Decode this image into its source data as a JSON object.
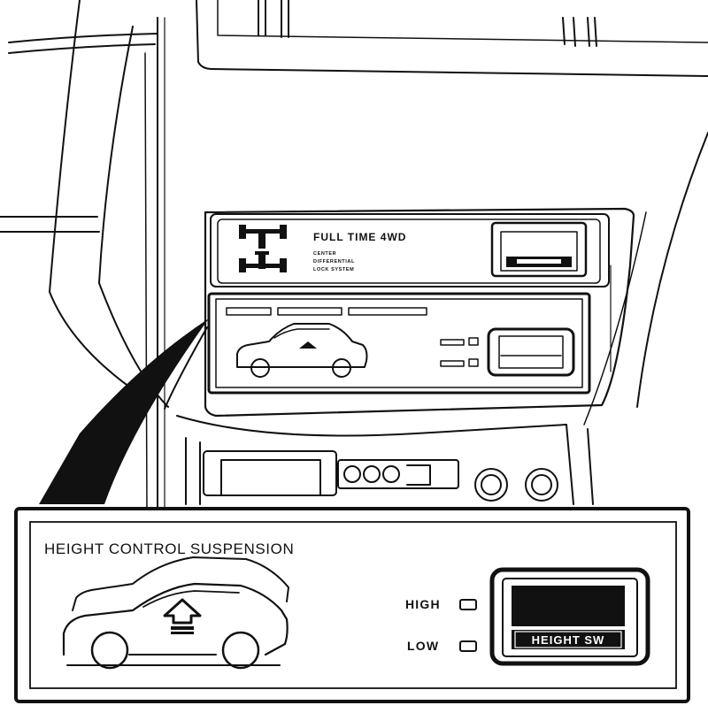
{
  "top_panel": {
    "mode_label": "FULL TIME 4WD",
    "lock_label_1": "CENTER",
    "lock_label_2": "DIFFERENTIAL",
    "lock_label_3": "LOCK SYSTEM"
  },
  "detail_panel": {
    "title": "HEIGHT CONTROL SUSPENSION",
    "high_label": "HIGH",
    "low_label": "LOW",
    "switch_label": "HEIGHT SW"
  },
  "icons": [
    "4wd-axle-icon",
    "center-lock-axle-icon",
    "car-height-icon",
    "up-arrow-icon",
    "height-switch-icon"
  ]
}
